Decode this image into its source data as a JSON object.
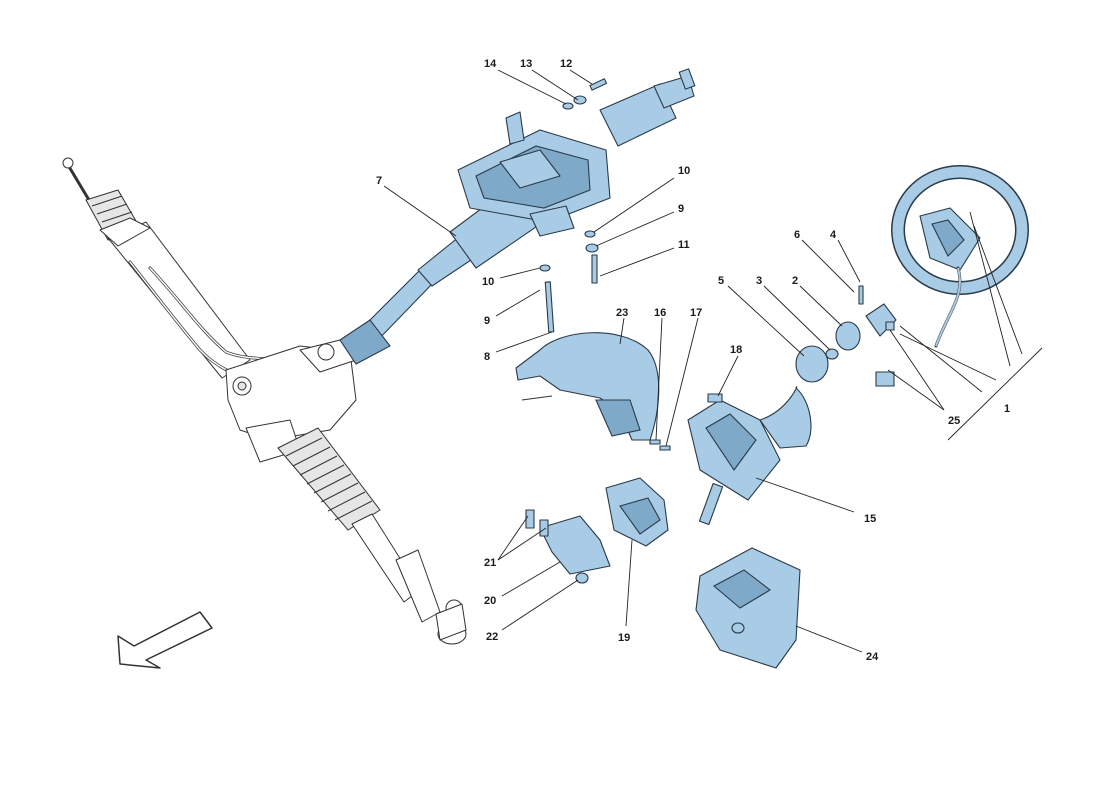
{
  "callouts": [
    {
      "id": "c1",
      "text": "1"
    },
    {
      "id": "c2",
      "text": "2"
    },
    {
      "id": "c3",
      "text": "3"
    },
    {
      "id": "c4",
      "text": "4"
    },
    {
      "id": "c5",
      "text": "5"
    },
    {
      "id": "c6",
      "text": "6"
    },
    {
      "id": "c7",
      "text": "7"
    },
    {
      "id": "c8",
      "text": "8"
    },
    {
      "id": "c9a",
      "text": "9"
    },
    {
      "id": "c9b",
      "text": "9"
    },
    {
      "id": "c10a",
      "text": "10"
    },
    {
      "id": "c10b",
      "text": "10"
    },
    {
      "id": "c11",
      "text": "11"
    },
    {
      "id": "c12",
      "text": "12"
    },
    {
      "id": "c13",
      "text": "13"
    },
    {
      "id": "c14",
      "text": "14"
    },
    {
      "id": "c15",
      "text": "15"
    },
    {
      "id": "c16",
      "text": "16"
    },
    {
      "id": "c17",
      "text": "17"
    },
    {
      "id": "c18",
      "text": "18"
    },
    {
      "id": "c19",
      "text": "19"
    },
    {
      "id": "c20",
      "text": "20"
    },
    {
      "id": "c21",
      "text": "21"
    },
    {
      "id": "c22",
      "text": "22"
    },
    {
      "id": "c23",
      "text": "23"
    },
    {
      "id": "c24",
      "text": "24"
    },
    {
      "id": "c25",
      "text": "25"
    }
  ],
  "icons": {
    "direction_arrow": "front-direction-arrow-icon"
  },
  "colors": {
    "highlight": "#a9cce6",
    "outline": "#2a3a48",
    "background": "#ffffff"
  }
}
